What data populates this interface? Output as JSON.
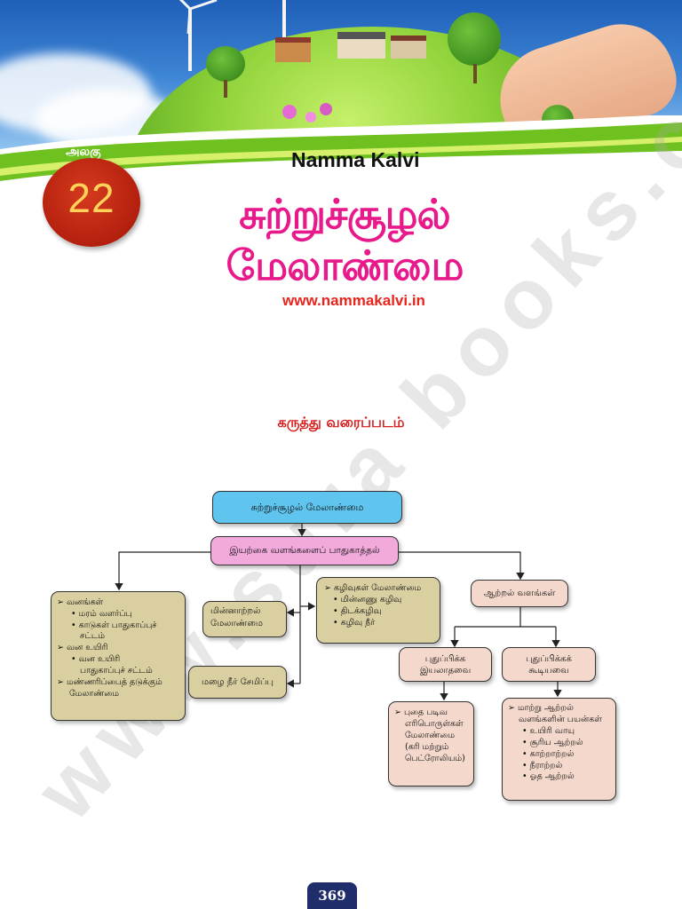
{
  "header": {
    "unit_label": "அலகு",
    "unit_number": "22",
    "site_name": "Namma Kalvi",
    "title_line1": "சுற்றுச்சூழல்",
    "title_line2": "மேலாண்மை",
    "url": "www.nammakalvi.in"
  },
  "watermark": "www.sura books.com",
  "concept_map": {
    "title": "கருத்து வரைப்படம்",
    "root": "சுற்றுச்சூழல் மேலாண்மை",
    "level1": "இயற்கை வளங்களைப் பாதுகாத்தல்",
    "left_box": {
      "h1": "➢ வனங்கள்",
      "h1_items": [
        "• மரம் வளர்ப்பு",
        "• காடுகள் பாதுகாப்புச்",
        "சட்டம்"
      ],
      "h2": "➢ வன உயிரி",
      "h2_items": [
        "• வன உயிரி",
        "பாதுகாப்புச் சட்டம்"
      ],
      "h3": "➢ மண்ணரிப்பைத் தடுக்கும்",
      "h3_cont": "மேலாண்மை"
    },
    "hydro": [
      "மின்னாற்றல்",
      "மேலாண்மை"
    ],
    "rain": "மழை நீர் சேமிப்பு",
    "waste_box": {
      "head": "➢ கழிவுகள் மேலாண்மை",
      "items": [
        "• மின்னணு கழிவு",
        "• திடக்கழிவு",
        "• கழிவு நீர்"
      ]
    },
    "energy": "ஆற்றல் வளங்கள்",
    "nonrenew": [
      "புதுப்பிக்க",
      "இயலாதவை"
    ],
    "renew": [
      "புதுப்பிக்கக்",
      "கூடியவை"
    ],
    "fossil_box": [
      "➢ புதை படிவ",
      "எரிபொருள்கள்",
      "மேலாண்மை",
      "(கரி மற்றும்",
      "பெட்ரோலியம்)"
    ],
    "alt_box": {
      "head": [
        "➢ மாற்று ஆற்றல்",
        "வளங்களின் பயன்கள்"
      ],
      "items": [
        "• உயிரி வாயு",
        "• சூரிய ஆற்றல்",
        "• காற்றாற்றல்",
        "• நீராற்றல்",
        "• ஓத ஆற்றல்"
      ]
    }
  },
  "page_number": "369",
  "colors": {
    "title_magenta": "#e8198b",
    "url_red": "#e8251c",
    "root_blue": "#5fc4ee",
    "level1_pink": "#f2a9dc",
    "box_tan": "#d9cfa0",
    "box_peach": "#f4d8cc",
    "page_badge_navy": "#1f2d6b"
  }
}
